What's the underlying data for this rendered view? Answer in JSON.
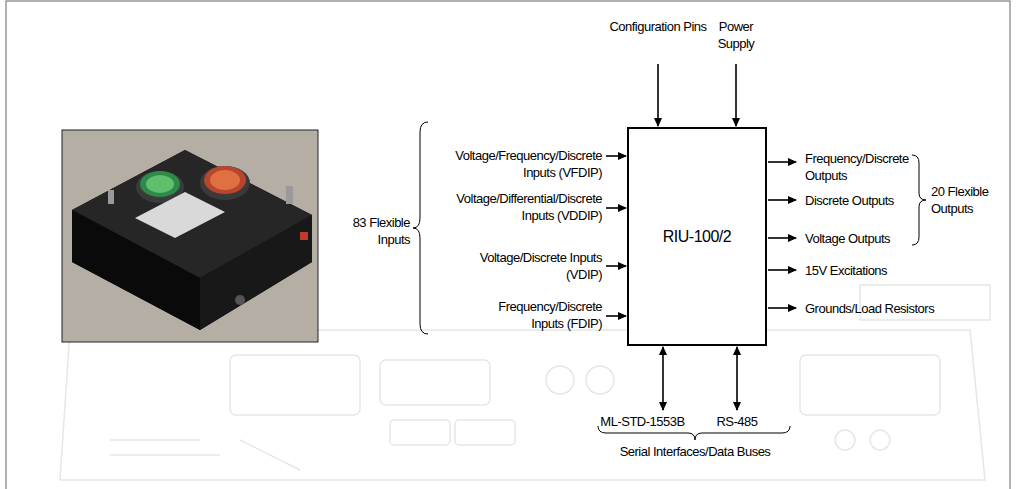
{
  "diagram": {
    "nodes": [
      {
        "text": [
          "RIU-100/2"
        ]
      }
    ],
    "labels": [
      "Configuration Pins",
      "Power Supply",
      "Voltage/Frequency/Discrete Inputs (VFDIP)",
      "83 Flexible Inputs",
      "Voltage/Differential/Discrete Inputs (VDDIP)",
      "Voltage/Discrete Inputs (VDIP)",
      "Frequency/Discrete Inputs (FDIP)",
      "Frequency/Discrete Outputs",
      "20 Flexible Outputs",
      "Discrete Outputs",
      "Voltage Outputs",
      "15V Excitations",
      "Grounds/Load Resistors",
      "ML-STD-1553B",
      "RS-485",
      "Serial Interfaces/Data Buses"
    ]
  }
}
